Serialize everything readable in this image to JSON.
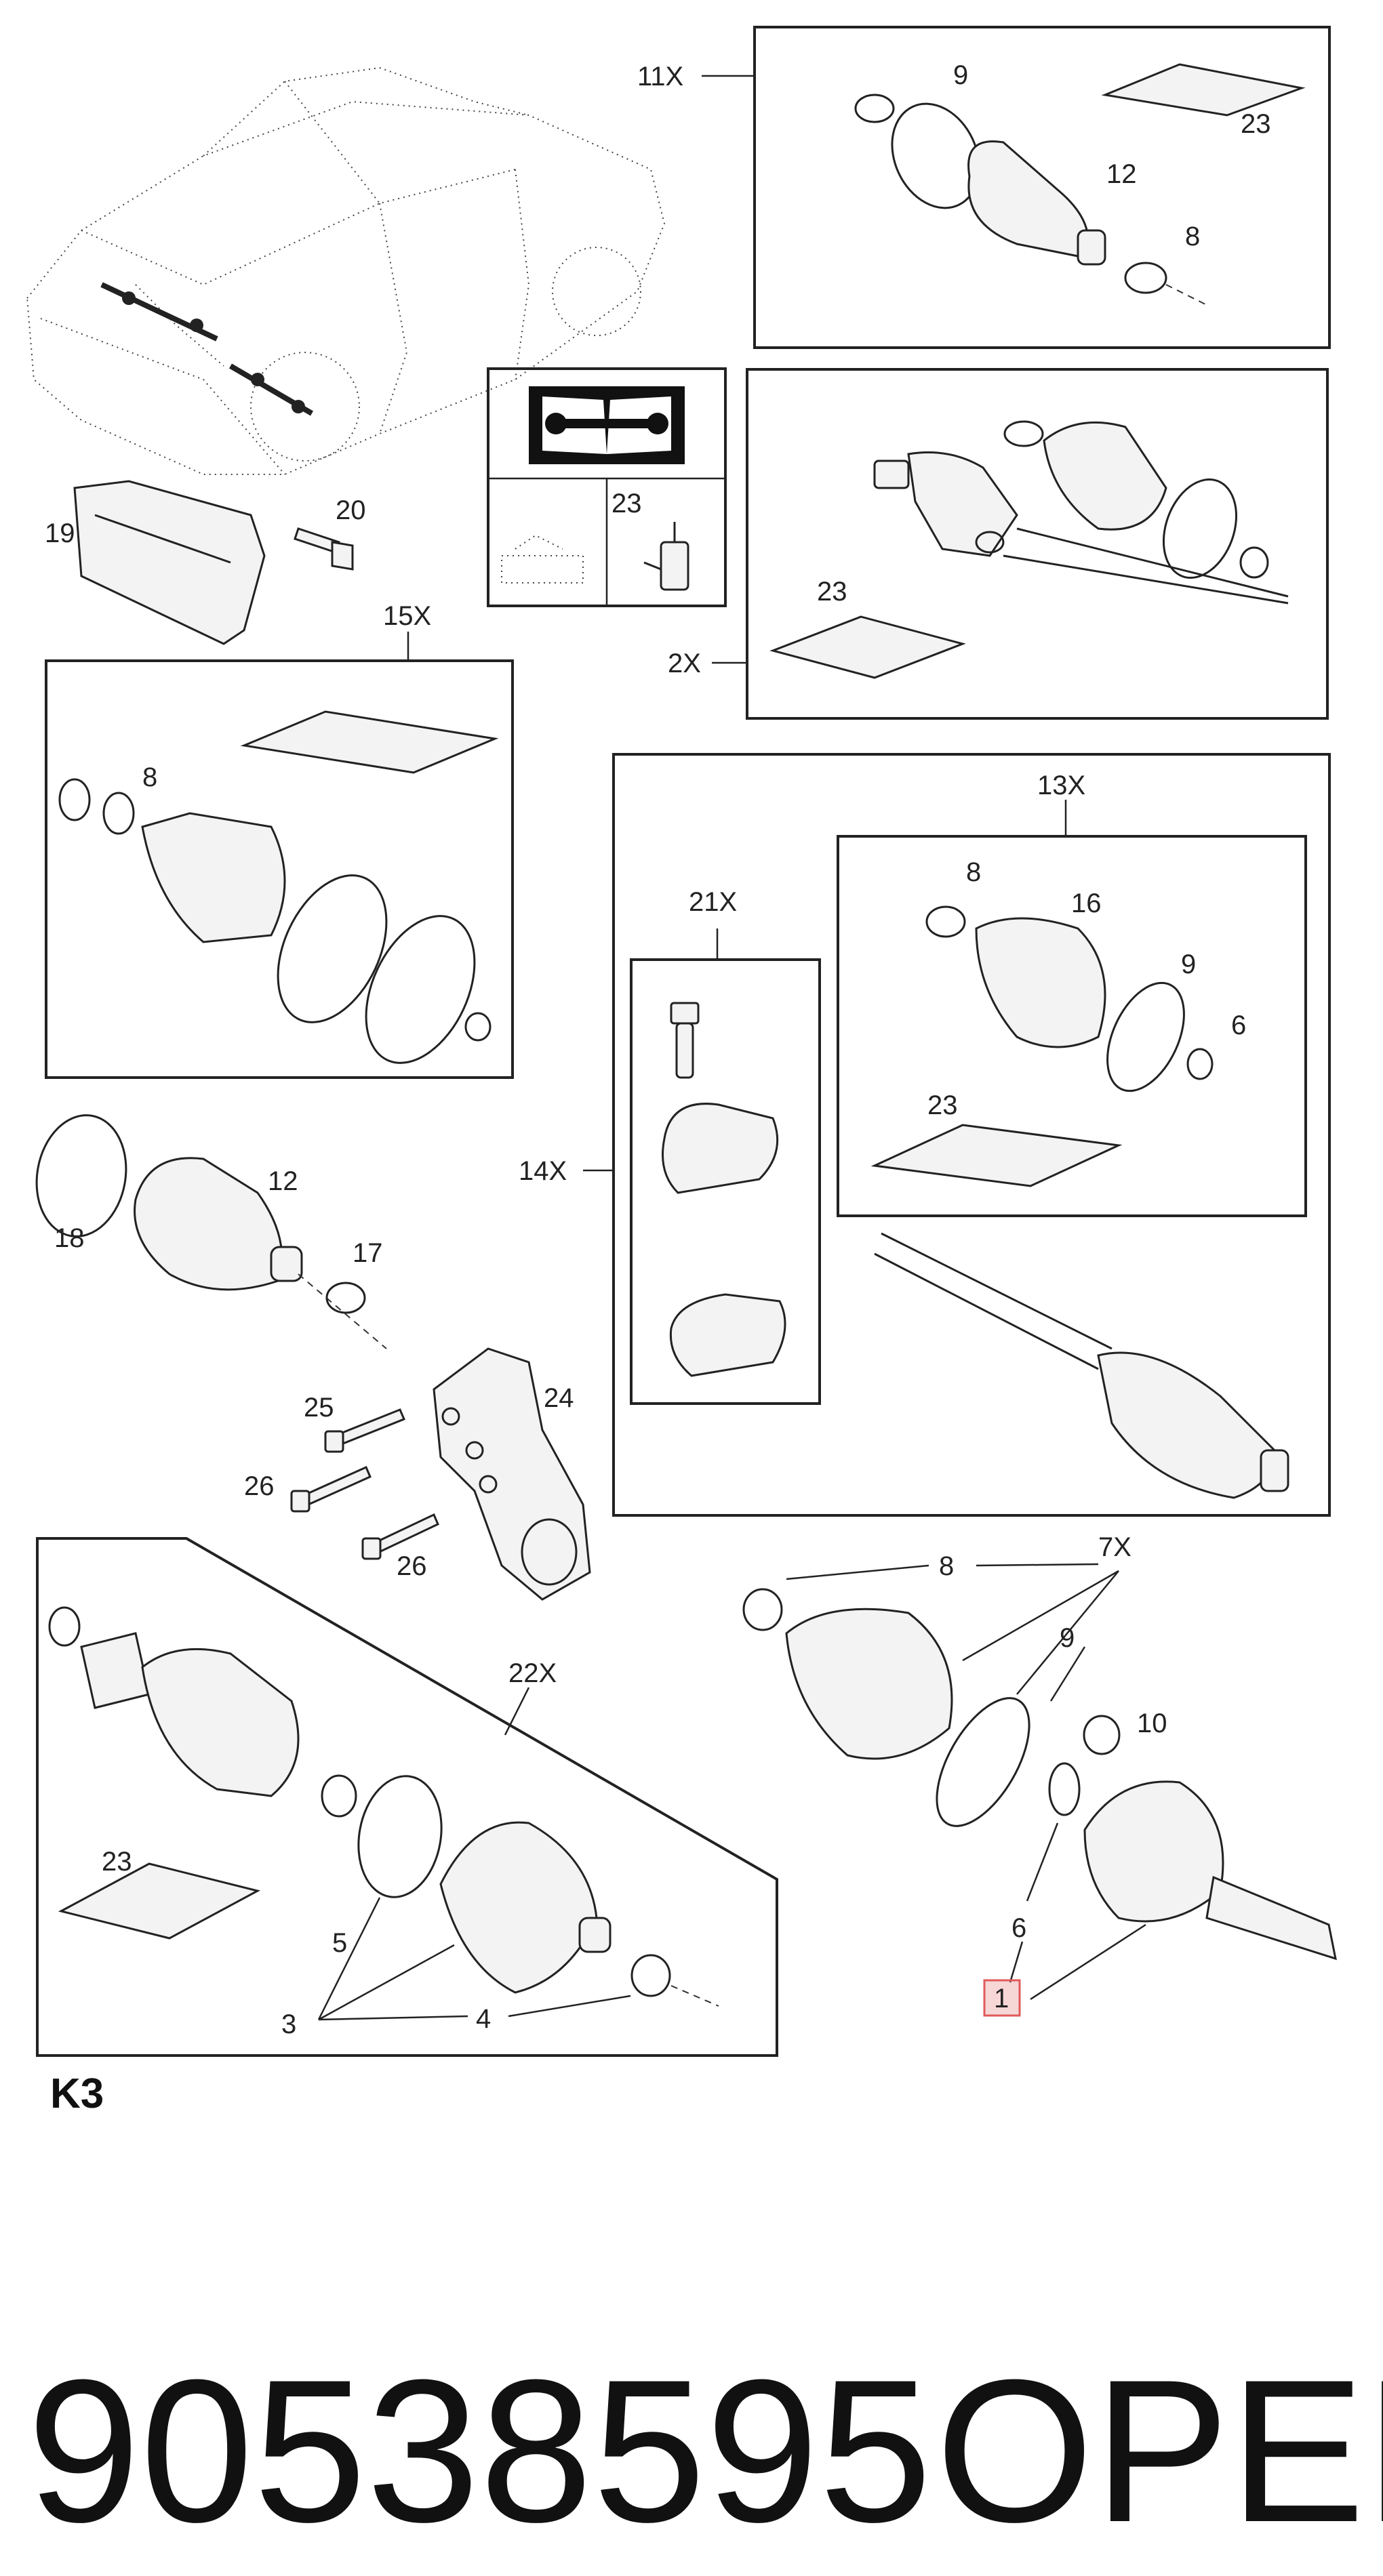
{
  "callouts": {
    "grp_11x": "11X",
    "grp_2x": "2X",
    "grp_15x": "15X",
    "grp_14x": "14X",
    "grp_13x": "13X",
    "grp_21x": "21X",
    "grp_22x": "22X",
    "grp_7x": "7X",
    "n9_a": "9",
    "n23_a": "23",
    "n12_a": "12",
    "n8_a": "8",
    "n23_b": "23",
    "n19": "19",
    "n20": "20",
    "n23_c": "23",
    "n8_b": "8",
    "n8_c": "8",
    "n16": "16",
    "n9_b": "9",
    "n6_a": "6",
    "n23_d": "23",
    "n18": "18",
    "n12_b": "12",
    "n17": "17",
    "n24": "24",
    "n25": "25",
    "n26_a": "26",
    "n26_b": "26",
    "n8_d": "8",
    "n9_c": "9",
    "n10": "10",
    "n6_b": "6",
    "n1": "1",
    "n23_e": "23",
    "n5": "5",
    "n3": "3",
    "n4": "4"
  },
  "diagram_code": "K3",
  "part_number": "90538595",
  "brand": "OPEL",
  "highlight_color": "#e05a5a"
}
